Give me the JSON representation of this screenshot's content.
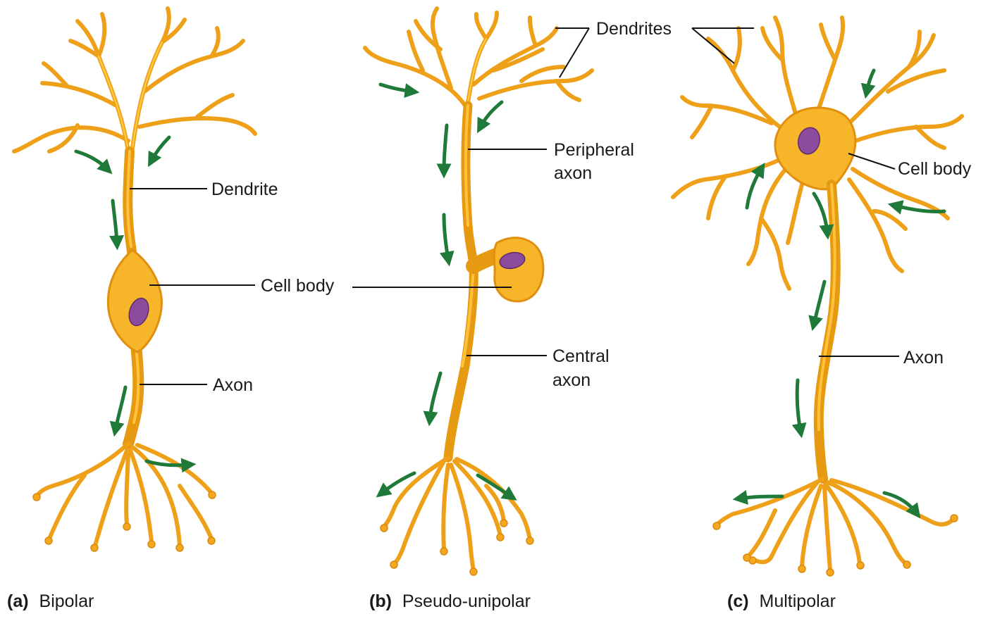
{
  "panels": {
    "bipolar": {
      "caption_tag": "(a)",
      "caption_text": "Bipolar",
      "labels": {
        "dendrite": "Dendrite",
        "cell_body": "Cell body",
        "axon": "Axon"
      }
    },
    "pseudo_unipolar": {
      "caption_tag": "(b)",
      "caption_text": "Pseudo-unipolar",
      "labels": {
        "dendrites": "Dendrites",
        "peripheral_axon_line1": "Peripheral",
        "peripheral_axon_line2": "axon",
        "central_axon_line1": "Central",
        "central_axon_line2": "axon"
      }
    },
    "multipolar": {
      "caption_tag": "(c)",
      "caption_text": "Multipolar",
      "labels": {
        "cell_body": "Cell body",
        "axon": "Axon"
      }
    }
  },
  "colors": {
    "neuron": "#f2a71f",
    "nucleus": "#8c4b9d",
    "arrow": "#1f7a3a",
    "leader": "#111111"
  }
}
